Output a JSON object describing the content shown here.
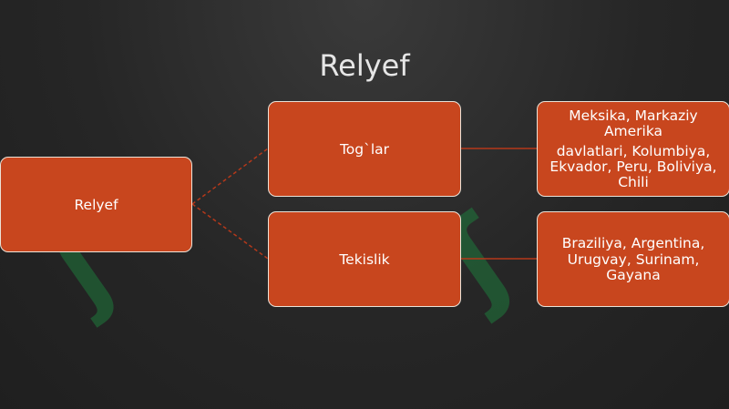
{
  "title": "Relyef",
  "root": {
    "label": "Relyef"
  },
  "branches": [
    {
      "label": "Tog`lar",
      "detail_lines": [
        "Meksika, Markaziy Amerika",
        "davlatlari, Kolumbiya, Ekvador, Peru, Boliviya, Chili"
      ]
    },
    {
      "label": "Tekislik",
      "detail_lines": [
        "Braziliya, Argentina, Urugvay, Surinam, Gayana"
      ]
    }
  ],
  "colors": {
    "box_fill": "#c8461e",
    "box_border": "#ebe3d8",
    "connector": "#b5381a",
    "background": "#262626",
    "watermark": "#1e7a3c"
  },
  "watermark": {
    "icon": "sr-watermark-icon"
  }
}
